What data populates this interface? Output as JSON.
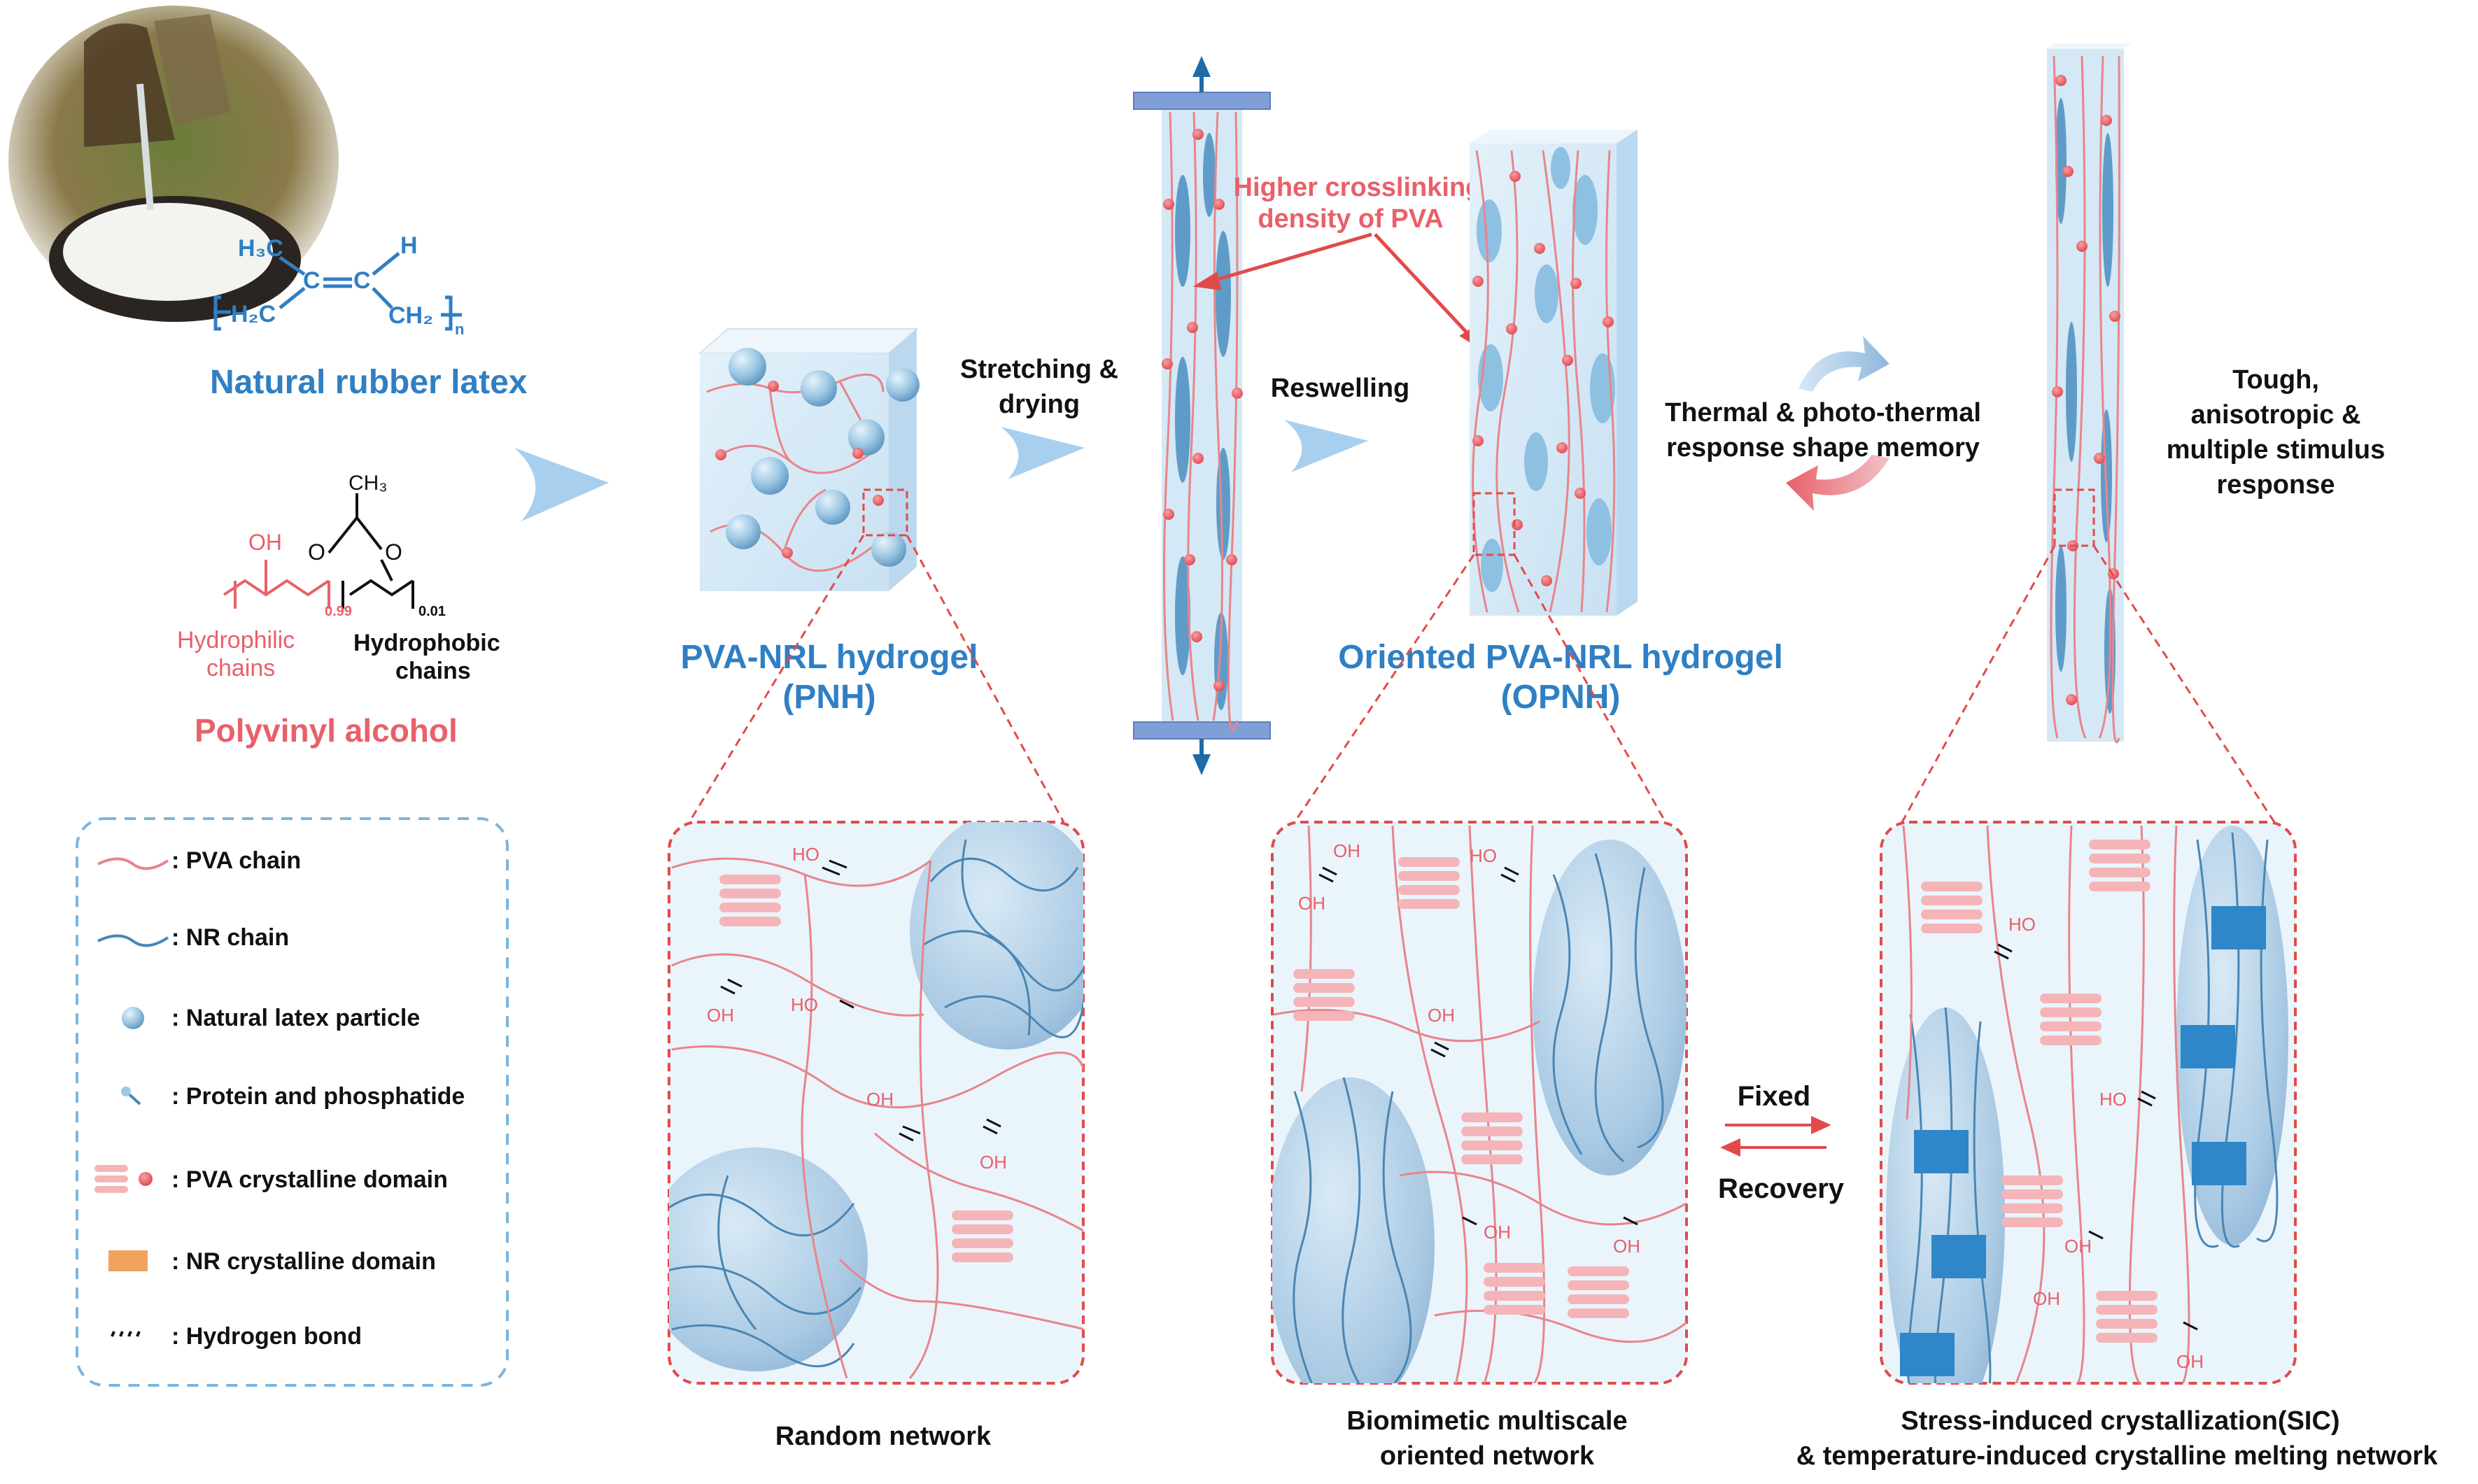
{
  "rubber": {
    "h3c": "H₃C",
    "h": "H",
    "h2c": "H₂C",
    "ch2": "CH₂",
    "c1": "C",
    "c2": "C",
    "n": "n",
    "label": "Natural rubber latex"
  },
  "pva": {
    "ch3": "CH₃",
    "oh": "OH",
    "o1": "O",
    "o2": "O",
    "sub_099": "0.99",
    "sub_001": "0.01",
    "hydrophilic": [
      "Hydrophilic",
      "chains"
    ],
    "hydrophobic": [
      "Hydrophobic",
      "chains"
    ],
    "label": "Polyvinyl alcohol"
  },
  "legend": {
    "items": [
      {
        "icon": "pva-chain",
        "label": ": PVA chain"
      },
      {
        "icon": "nr-chain",
        "label": ": NR chain"
      },
      {
        "icon": "latex-particle",
        "label": ": Natural latex particle"
      },
      {
        "icon": "protein",
        "label": ": Protein and phosphatide"
      },
      {
        "icon": "pva-domain",
        "label": ": PVA crystalline domain"
      },
      {
        "icon": "nr-domain",
        "label": ": NR crystalline domain"
      },
      {
        "icon": "hbond",
        "label": ": Hydrogen bond"
      }
    ]
  },
  "steps": {
    "stretching": [
      "Stretching &",
      "drying"
    ],
    "reswelling": "Reswelling",
    "crosslinking": [
      "Higher crosslinking",
      "density of PVA"
    ],
    "shape_memory": [
      "Thermal & photo-thermal",
      "response shape memory"
    ],
    "tough": [
      "Tough,",
      "anisotropic &",
      "multiple stimulus",
      "response"
    ],
    "fixed": "Fixed",
    "recovery": "Recovery"
  },
  "hydrogels": {
    "pnh": [
      "PVA-NRL hydrogel",
      "(PNH)"
    ],
    "opnh": [
      "Oriented PVA-NRL hydrogel",
      "(OPNH)"
    ]
  },
  "bottom": {
    "random": "Random network",
    "biomimetic": [
      "Biomimetic multiscale",
      "oriented network"
    ],
    "sic": [
      "Stress-induced crystallization(SIC)",
      "& temperature-induced crystalline melting network"
    ]
  },
  "hb_label_oh": "OH",
  "hb_label_ho": "HO",
  "colors": {
    "pva": "#e8858a",
    "nr": "#4a86b4",
    "particle": "#9ec8e4",
    "nr_domain": "#2f86c8",
    "frame": "#e24a4a",
    "blue_text": "#2f7fc4",
    "red_text": "#e8606a",
    "legend_border": "#7ab6e0",
    "arrow_blue": "#a9cfee"
  }
}
